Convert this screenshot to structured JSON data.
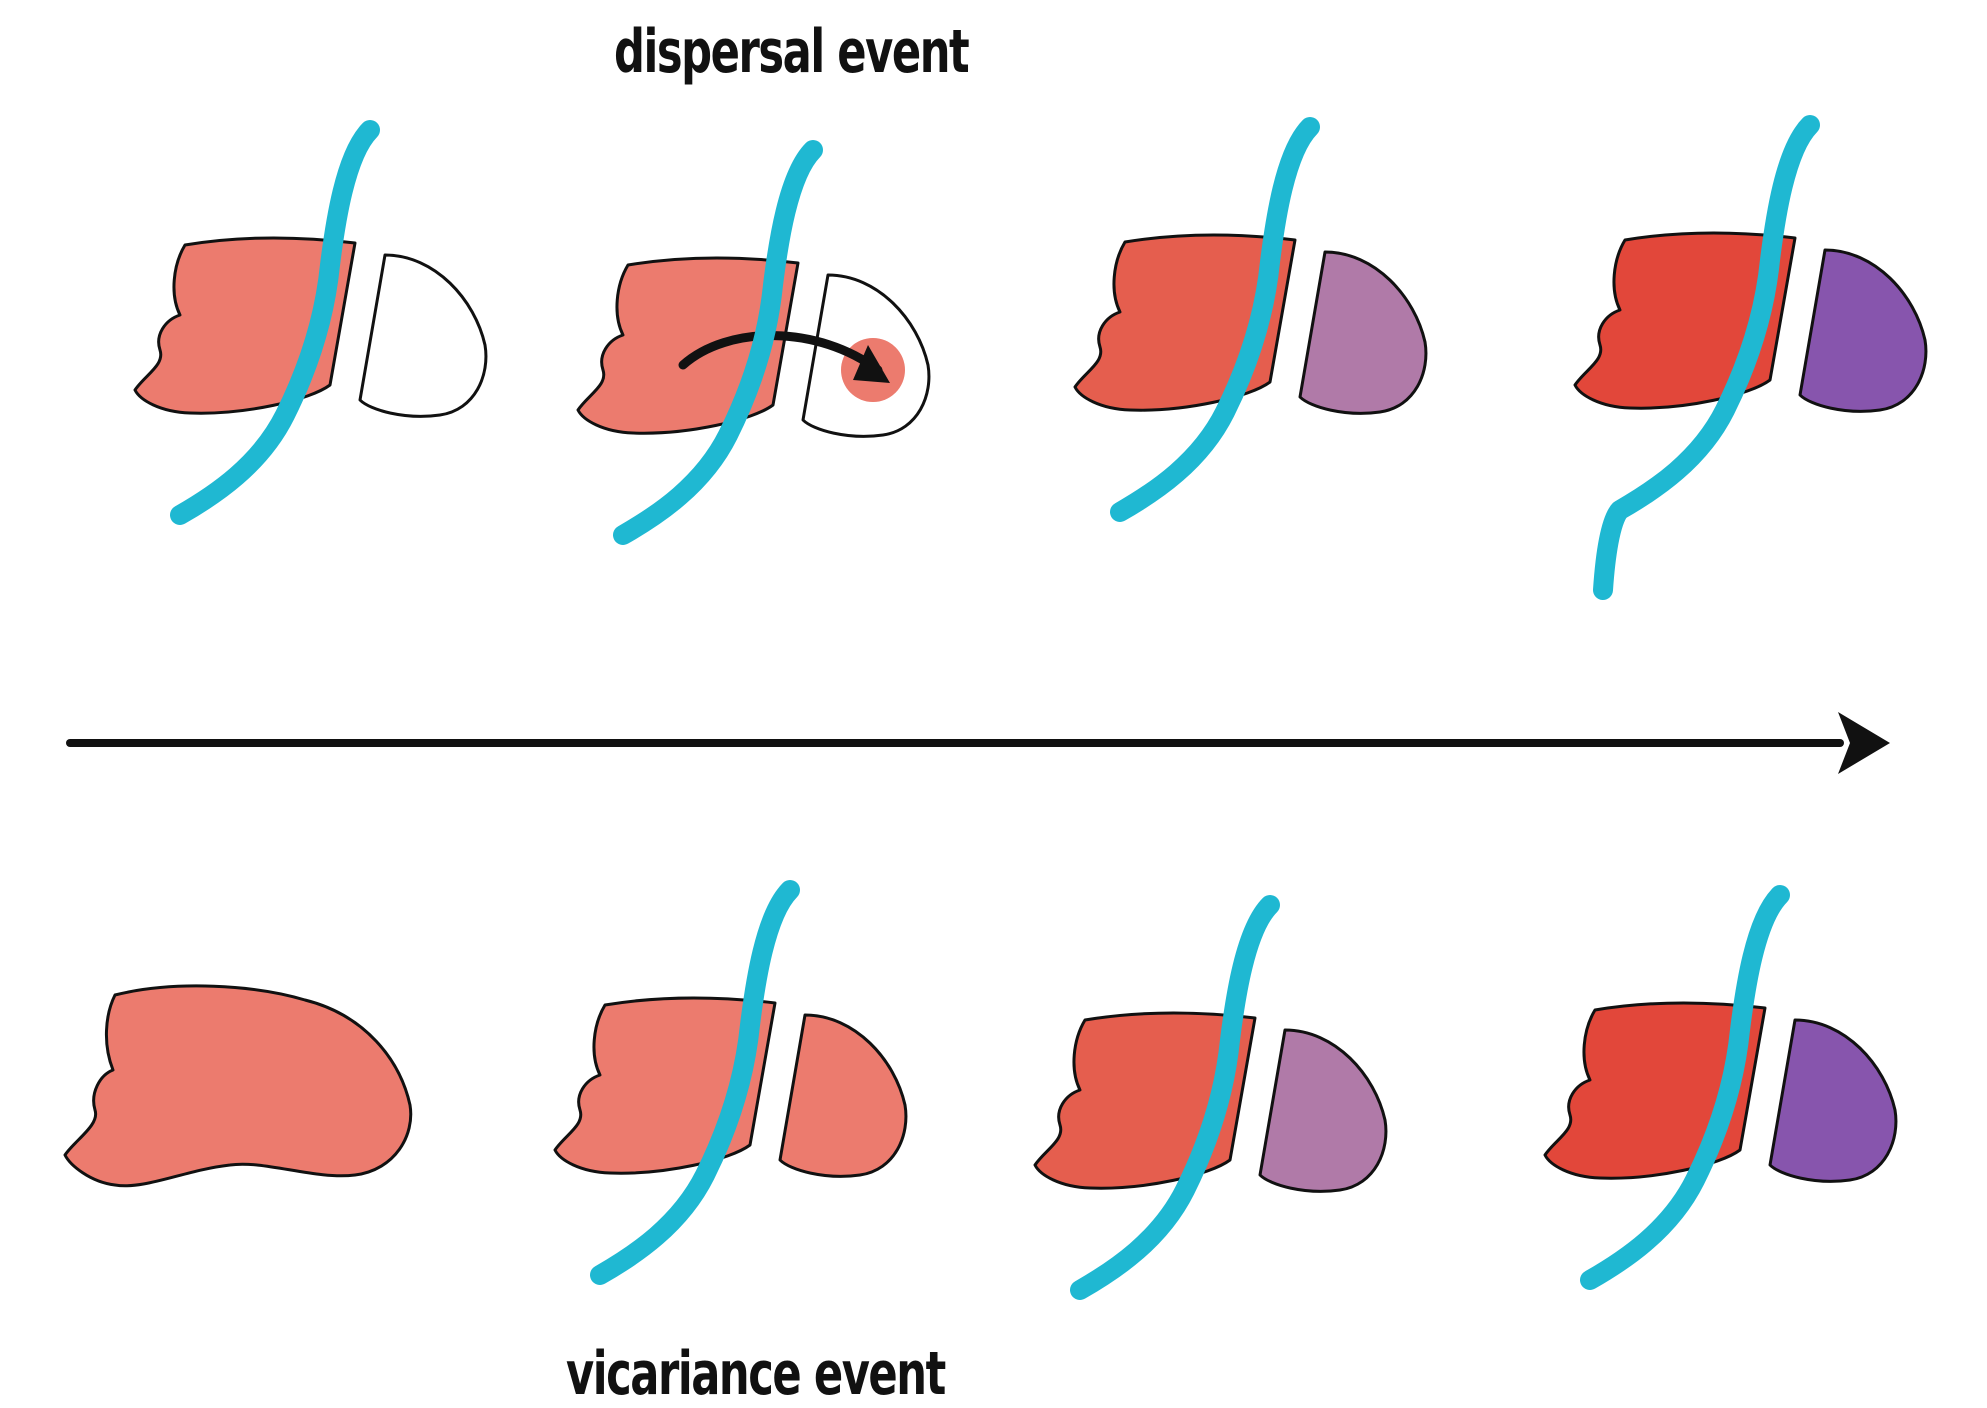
{
  "labels": {
    "top": "dispersal event",
    "bottom": "vicariance event"
  },
  "colors": {
    "river": "#1fb8d2",
    "ancestral_red": "#ec7b6e",
    "mid_red": "#e55e4e",
    "deep_red": "#e2473a",
    "mid_purple": "#b07aa8",
    "deep_purple": "#8755ad",
    "outline": "#111111",
    "background": "#ffffff"
  },
  "panels": {
    "top": [
      {
        "stage": 1,
        "left_fill": "ancestral_red",
        "right_fill": "none",
        "river": true,
        "dispersal_arrow": false
      },
      {
        "stage": 2,
        "left_fill": "ancestral_red",
        "right_fill": "none",
        "river": true,
        "dispersal_arrow": true
      },
      {
        "stage": 3,
        "left_fill": "mid_red",
        "right_fill": "mid_purple",
        "river": true,
        "dispersal_arrow": false
      },
      {
        "stage": 4,
        "left_fill": "deep_red",
        "right_fill": "deep_purple",
        "river": true,
        "dispersal_arrow": false
      }
    ],
    "bottom": [
      {
        "stage": 1,
        "left_fill": "ancestral_red",
        "right_fill": "ancestral_red",
        "river": false,
        "merged": true
      },
      {
        "stage": 2,
        "left_fill": "ancestral_red",
        "right_fill": "ancestral_red",
        "river": true,
        "merged": false
      },
      {
        "stage": 3,
        "left_fill": "mid_red",
        "right_fill": "mid_purple",
        "river": true,
        "merged": false
      },
      {
        "stage": 4,
        "left_fill": "deep_red",
        "right_fill": "deep_purple",
        "river": true,
        "merged": false
      }
    ]
  },
  "time_arrow": {
    "direction": "right"
  }
}
